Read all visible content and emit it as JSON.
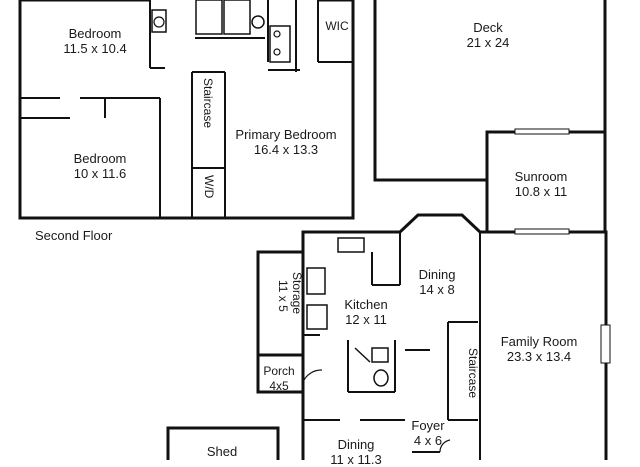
{
  "plan": {
    "floor_title": "Second Floor",
    "rooms": [
      {
        "name": "Bedroom",
        "size": "11.5 x 10.4"
      },
      {
        "name": "Bedroom",
        "size": "10 x 11.6"
      },
      {
        "name": "Primary Bedroom",
        "size": "16.4 x 13.3"
      },
      {
        "name": "Deck",
        "size": "21 x 24"
      },
      {
        "name": "Sunroom",
        "size": "10.8 x 11"
      },
      {
        "name": "Dining",
        "size": "14 x 8"
      },
      {
        "name": "Kitchen",
        "size": "12 x 11"
      },
      {
        "name": "Family Room",
        "size": "23.3 x 13.4"
      },
      {
        "name": "Porch",
        "size": "4x5"
      },
      {
        "name": "Foyer",
        "size": "4 x 6"
      },
      {
        "name": "Dining",
        "size": "11 x 11.3"
      },
      {
        "name": "Shed",
        "size": ""
      }
    ],
    "labels": {
      "staircase": "Staircase",
      "wd": "W/D",
      "wic": "WIC",
      "storage": "Storage",
      "storage_size": "11 x 5"
    }
  }
}
